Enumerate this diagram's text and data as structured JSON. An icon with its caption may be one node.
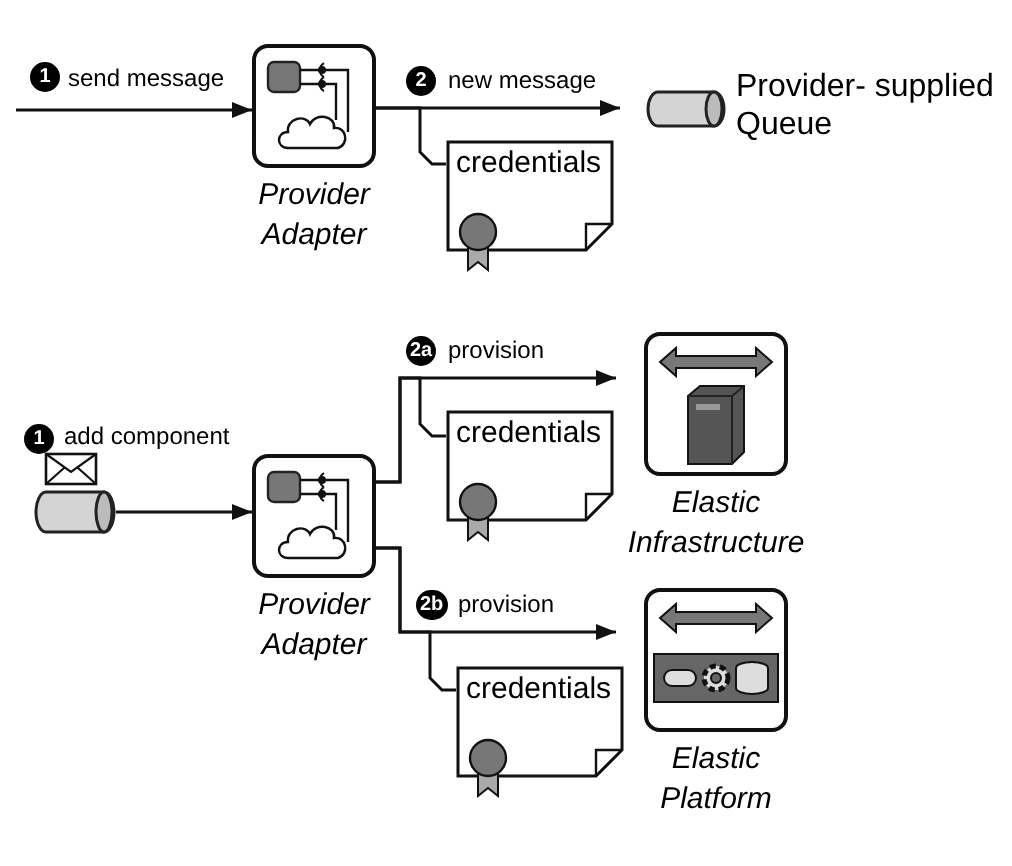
{
  "diagram": {
    "nodes": [
      {
        "text": [
          "Provider Adapter"
        ]
      },
      {
        "text": [
          "credentials"
        ]
      },
      {
        "text": [
          "Provider- supplied Queue"
        ]
      },
      {
        "text": [],
        "shape": "cylinder"
      },
      {
        "text": [
          "Provider Adapter"
        ]
      },
      {
        "text": [
          "credentials"
        ]
      },
      {
        "text": [
          "Elastic Infrastructure"
        ]
      },
      {
        "text": [
          "credentials"
        ]
      },
      {
        "text": [
          "Elastic Platform"
        ]
      }
    ],
    "edges": [
      {
        "from": null,
        "to": 0,
        "arrow": "to",
        "label": "send message"
      },
      {
        "from": 0,
        "to": 2,
        "arrow": "to",
        "label": "new message"
      },
      {
        "from": 0,
        "to": 1,
        "arrow": "none"
      },
      {
        "from": 3,
        "to": 4,
        "arrow": "to"
      },
      {
        "from": 4,
        "to": 6,
        "arrow": "to",
        "label": "provision"
      },
      {
        "from": 4,
        "to": 5,
        "arrow": "none"
      },
      {
        "from": 4,
        "to": 8,
        "arrow": "to",
        "label": "provision"
      },
      {
        "from": 4,
        "to": 7,
        "arrow": "none"
      }
    ],
    "labels": [
      "1",
      "2",
      "2a",
      "1",
      "add component",
      "2b"
    ]
  }
}
